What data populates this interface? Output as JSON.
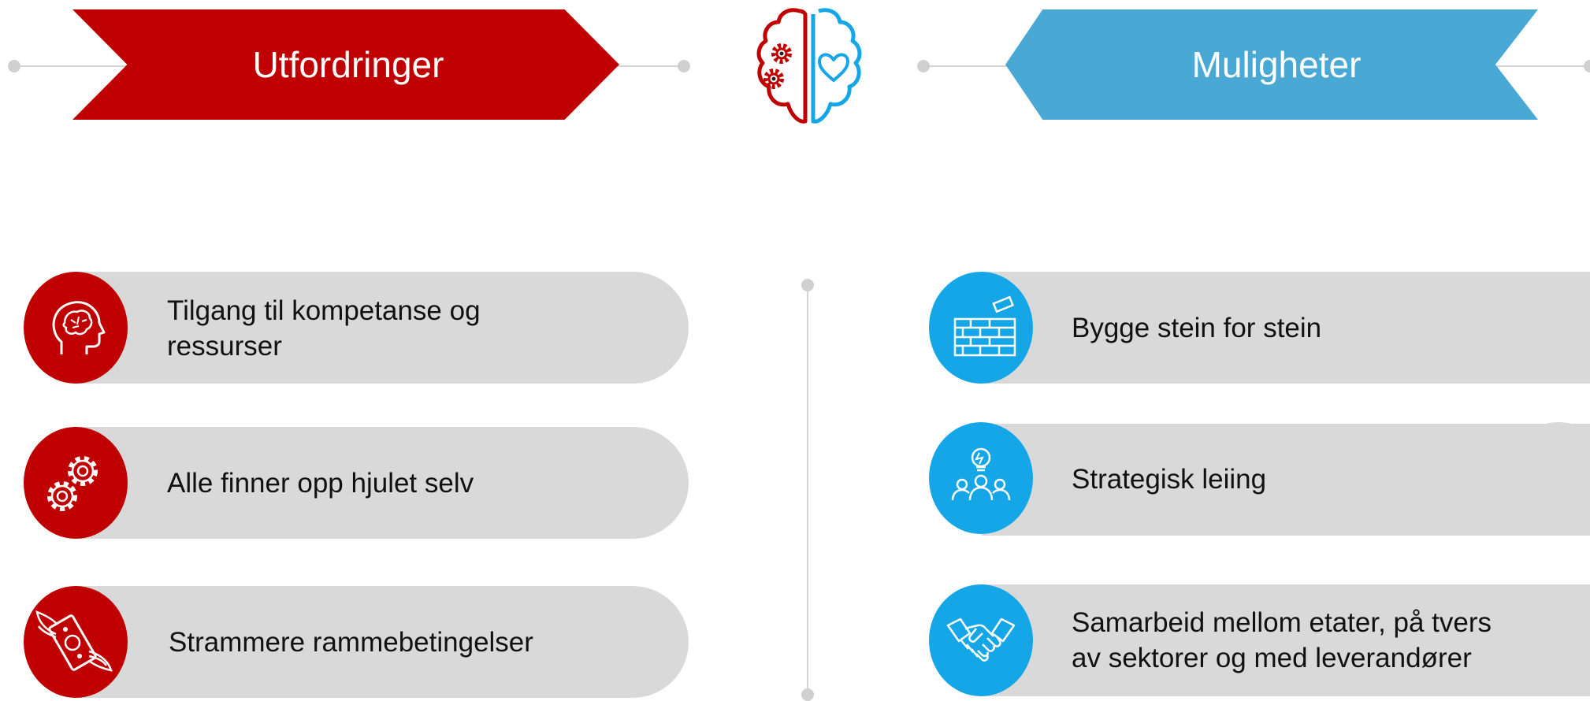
{
  "header": {
    "left_title": "Utfordringer",
    "right_title": "Muligheter"
  },
  "colors": {
    "challenge_red": "#c00000",
    "opportunity_blue": "#14a6e6",
    "banner_blue": "#4aa8d4",
    "pill_gray": "#d9d9d9"
  },
  "challenges": [
    {
      "icon": "brain-head-icon",
      "text_line1": "Tilgang til kompetanse og",
      "text_line2": "ressurser"
    },
    {
      "icon": "gears-icon",
      "text": "Alle finner opp hjulet selv"
    },
    {
      "icon": "flying-money-icon",
      "text": "Strammere rammebetingelser"
    }
  ],
  "opportunities": [
    {
      "icon": "brick-wall-icon",
      "text": "Bygge stein for stein"
    },
    {
      "icon": "team-lightbulb-icon",
      "text": "Strategisk leiing"
    },
    {
      "icon": "handshake-icon",
      "text_line1": "Samarbeid mellom etater, på tvers",
      "text_line2": "av sektorer og med leverandører"
    }
  ],
  "center_icon": "brain-gear-heart-icon"
}
